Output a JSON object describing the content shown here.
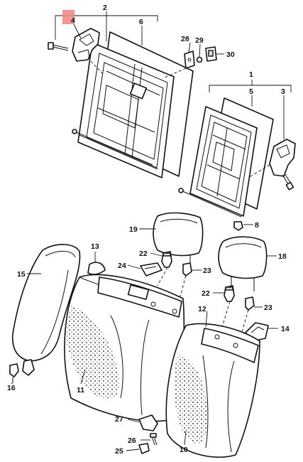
{
  "diagram": {
    "highlight_color": "#f08a8a",
    "callouts": {
      "p1": "1",
      "p2": "2",
      "p3": "3",
      "p4": "4",
      "p5": "5",
      "p6": "6",
      "p8": "8",
      "p10": "10",
      "p11": "11",
      "p12": "12",
      "p13": "13",
      "p14": "14",
      "p15": "15",
      "p16": "16",
      "p18": "18",
      "p19": "19",
      "p22a": "22",
      "p22b": "22",
      "p23a": "23",
      "p23b": "23",
      "p24": "24",
      "p25": "25",
      "p26": "26",
      "p27": "27",
      "p28": "28",
      "p29": "29",
      "p30": "30"
    }
  }
}
